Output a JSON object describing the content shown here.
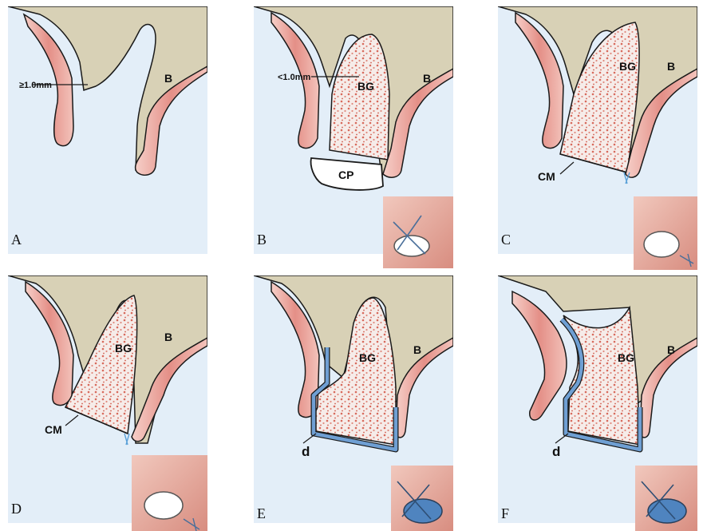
{
  "colors": {
    "background": "#e3eef8",
    "bone": "#d8d1b6",
    "gingiva": "#e79b94",
    "gingiva_light": "#f4c7bf",
    "graft": "#f2e6e3",
    "graft_dot": "#d86a5c",
    "membrane": "#6f9fd3",
    "outline": "#1a1a1a"
  },
  "panels": [
    {
      "id": "A",
      "letter": "A",
      "labels": {
        "thickness": "≥1.0mm",
        "bone": "B"
      }
    },
    {
      "id": "B",
      "letter": "B",
      "labels": {
        "thickness": "<1.0mm",
        "graft": "BG",
        "bone": "B",
        "cap": "CP"
      },
      "inset": "inset-suture"
    },
    {
      "id": "C",
      "letter": "C",
      "labels": {
        "graft": "BG",
        "bone": "B",
        "membrane": "CM"
      },
      "inset": "inset-photo"
    },
    {
      "id": "D",
      "letter": "D",
      "labels": {
        "graft": "BG",
        "bone": "B",
        "membrane": "CM"
      },
      "inset": "inset-photo"
    },
    {
      "id": "E",
      "letter": "E",
      "labels": {
        "graft": "BG",
        "bone": "B",
        "device": "d"
      },
      "inset": "inset-photo-blue"
    },
    {
      "id": "F",
      "letter": "F",
      "labels": {
        "graft": "BG",
        "bone": "B",
        "device": "d"
      },
      "inset": "inset-photo-blue"
    }
  ]
}
